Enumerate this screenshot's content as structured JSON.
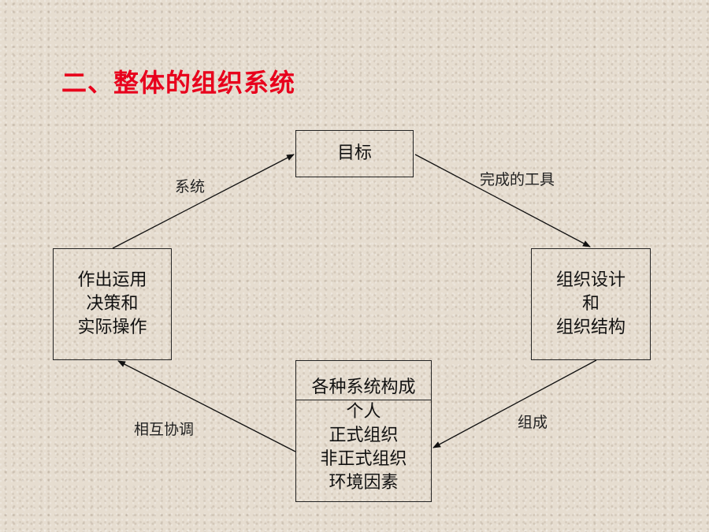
{
  "slide": {
    "title": "二、整体的组织系统",
    "title_color": "#e8001c"
  },
  "nodes": {
    "goal": {
      "label": "目标"
    },
    "org_design": {
      "lines": [
        "组织设计",
        "和",
        "组织结构"
      ]
    },
    "components": {
      "header": "各种系统构成",
      "items": [
        "个人",
        "正式组织",
        "非正式组织",
        "环境因素"
      ]
    },
    "decision": {
      "lines": [
        "作出运用",
        "决策和",
        "实际操作"
      ]
    }
  },
  "edges": {
    "decision_to_goal": {
      "label": "系统"
    },
    "goal_to_org_design": {
      "label": "完成的工具"
    },
    "org_design_to_components": {
      "label": "组成"
    },
    "components_to_decision": {
      "label": "相互协调"
    }
  }
}
